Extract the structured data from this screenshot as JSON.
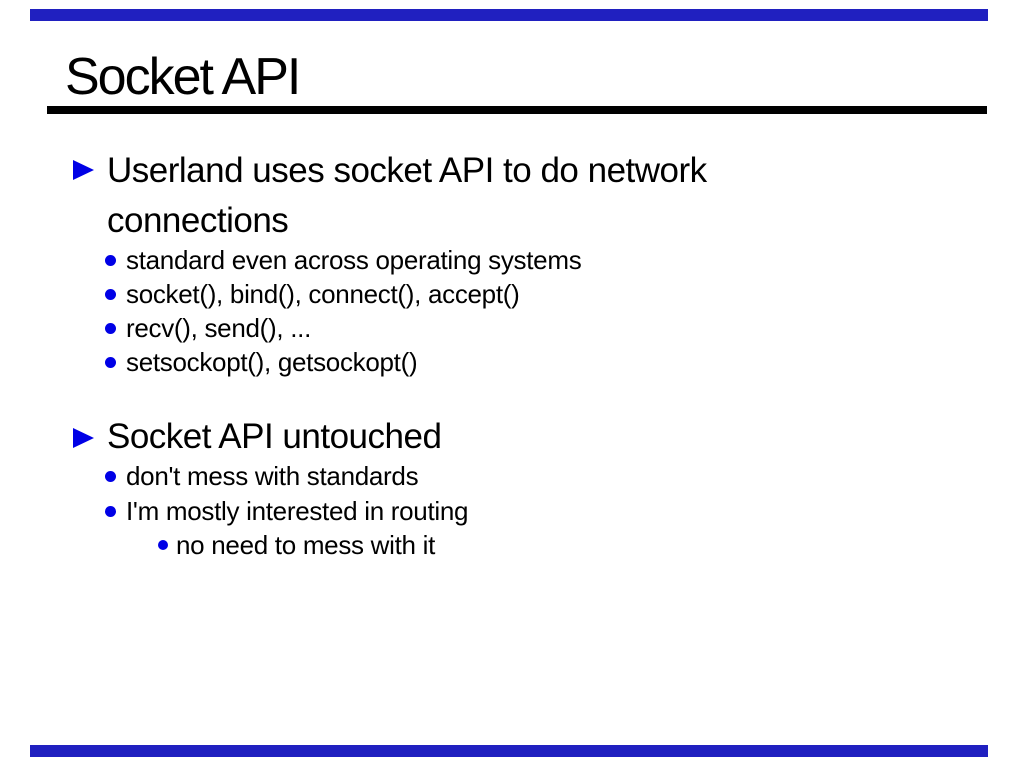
{
  "slide": {
    "title": "Socket API",
    "sections": [
      {
        "heading_lines": [
          "Userland uses socket API to do network",
          "connections"
        ],
        "items": [
          {
            "level": 2,
            "text": "standard even across operating systems"
          },
          {
            "level": 2,
            "text": "socket(), bind(), connect(), accept()"
          },
          {
            "level": 2,
            "text": "recv(), send(), ..."
          },
          {
            "level": 2,
            "text": "setsockopt(), getsockopt()"
          }
        ]
      },
      {
        "heading_lines": [
          "Socket API untouched"
        ],
        "items": [
          {
            "level": 2,
            "text": "don't mess with standards"
          },
          {
            "level": 2,
            "text": "I'm mostly interested in routing"
          },
          {
            "level": 3,
            "text": "no need to mess with it"
          }
        ]
      }
    ],
    "icons": {
      "level1_bullet": "triangle-right-icon",
      "level2_bullet": "dot-icon",
      "level3_bullet": "dot-icon"
    },
    "colors": {
      "bullet_blue": "#0000E6",
      "bar_blue": "#2020C0",
      "text": "#000000",
      "rule": "#000000",
      "background": "#FFFFFF"
    }
  }
}
